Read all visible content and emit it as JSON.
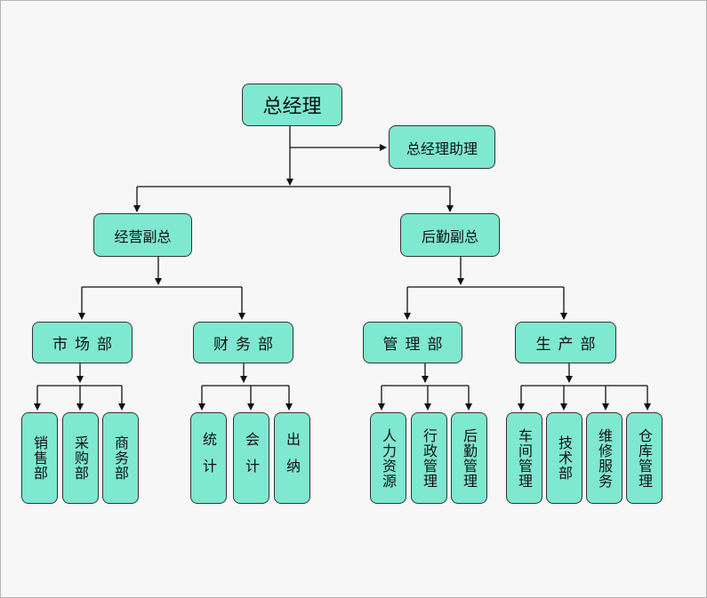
{
  "nodes": {
    "gm": "总经理",
    "gm_assistant": "总经理助理",
    "vp_business": "经营副总",
    "vp_logistics": "后勤副总",
    "dept_market": "市场部",
    "dept_finance": "财务部",
    "dept_admin": "管理部",
    "dept_production": "生产部",
    "sub_sales": "销售部",
    "sub_purchasing": "采购部",
    "sub_commerce": "商务部",
    "sub_statistics": "统计",
    "sub_accounting": "会计",
    "sub_cashier": "出纳",
    "sub_hr": "人力资源",
    "sub_admin_mgmt": "行政管理",
    "sub_logistics_mgmt": "后勤管理",
    "sub_workshop_mgmt": "车间管理",
    "sub_tech": "技术部",
    "sub_maintenance": "维修服务",
    "sub_warehouse_mgmt": "仓库管理"
  },
  "colors": {
    "box_fill": "#7fe8d0",
    "box_border": "#333333",
    "line": "#111111",
    "background": "#f7f7f7"
  }
}
